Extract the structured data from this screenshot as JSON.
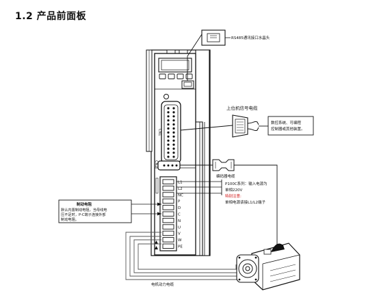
{
  "heading": "1.2 产品前面板",
  "labels": {
    "rs485": "RS485通讯接口水晶头",
    "upper_cable": "上位机信号电缆",
    "upper_note_1": "数控系统、可编程",
    "upper_note_2": "控制器或其他装置。",
    "encoder_cable": "编码器电缆",
    "power_title": "P100C系列：输入电源为",
    "power_line2": "单相220V",
    "power_caution": "特别注意:",
    "power_line4": "单相电源该接L1/L2端子",
    "brake_title": "制动电阻",
    "brake_line1": "默认内置制动电阻，当母线电",
    "brake_line2": "压不足时，P-C端子连接外部",
    "brake_line3": "制动电阻。",
    "motor_cable": "电机动力电缆",
    "cn1": "CN1",
    "cn2": "CN2"
  },
  "terminals": [
    "L1",
    "L2",
    "NC",
    "P",
    "D",
    "C",
    "N",
    "U",
    "V",
    "W",
    "PE"
  ],
  "colors": {
    "line": "#111111",
    "caution": "#d01010",
    "cable": "#555555"
  }
}
